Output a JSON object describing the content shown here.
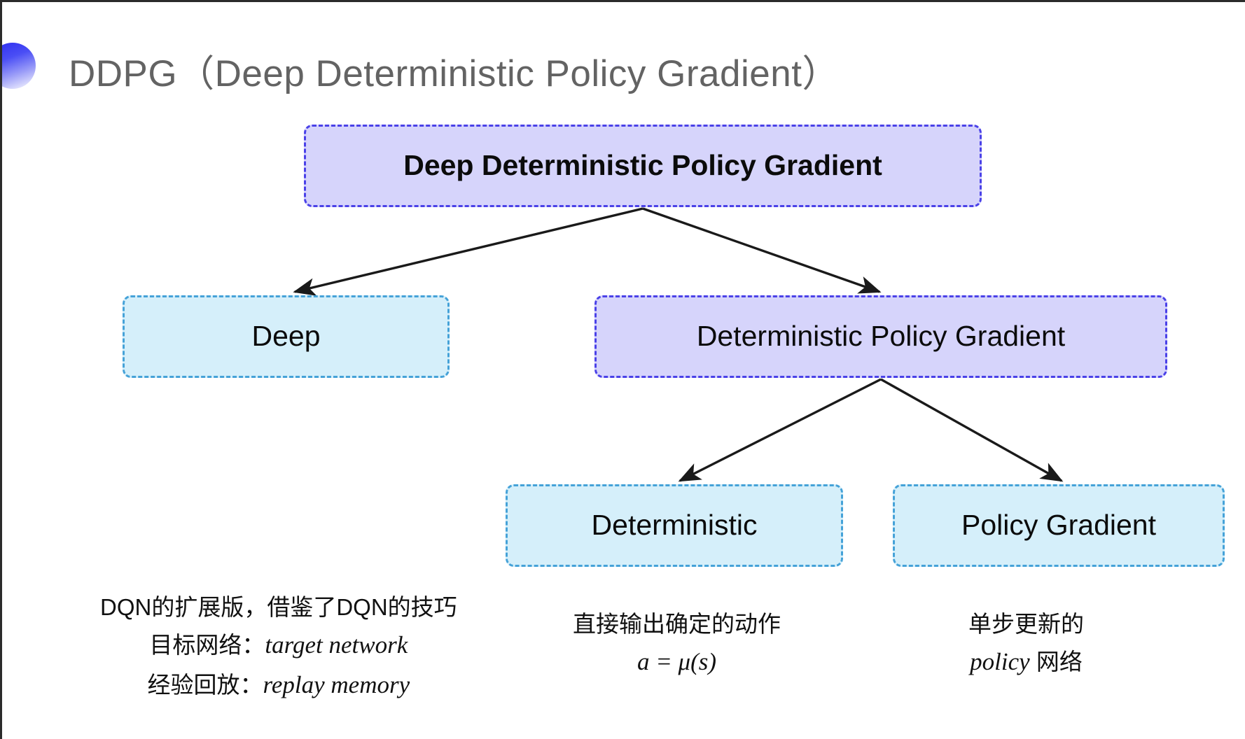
{
  "slide": {
    "title": "DDPG（Deep Deterministic Policy Gradient）",
    "bullet_icon": "gradient-circle-icon",
    "background_color": "#ffffff",
    "title_color": "#636363"
  },
  "palette": {
    "purple_fill": "#d6d4fb",
    "purple_border": "#4a41e8",
    "cyan_fill": "#d5effa",
    "cyan_border": "#45a2d8",
    "arrow_color": "#1a1a1a"
  },
  "diagram": {
    "type": "tree",
    "nodes": [
      {
        "id": "root",
        "label": "Deep Deterministic Policy Gradient",
        "style": "purple",
        "level": 0
      },
      {
        "id": "deep",
        "label": "Deep",
        "style": "cyan",
        "level": 1
      },
      {
        "id": "dpg",
        "label": "Deterministic Policy Gradient",
        "style": "purple",
        "level": 1
      },
      {
        "id": "det",
        "label": "Deterministic",
        "style": "cyan",
        "level": 2
      },
      {
        "id": "pg",
        "label": "Policy Gradient",
        "style": "cyan",
        "level": 2
      }
    ],
    "edges": [
      {
        "from": "root",
        "to": "deep"
      },
      {
        "from": "root",
        "to": "dpg"
      },
      {
        "from": "dpg",
        "to": "det"
      },
      {
        "from": "dpg",
        "to": "pg"
      }
    ]
  },
  "annotations": {
    "deep": {
      "line1": "DQN的扩展版，借鉴了DQN的技巧",
      "line2_label": "目标网络：",
      "line2_term": "target network",
      "line3_label": "经验回放：",
      "line3_term": "replay memory"
    },
    "deterministic": {
      "line1": "直接输出确定的动作",
      "formula": "a = μ(s)"
    },
    "policy_gradient": {
      "line1": "单步更新的",
      "line2_term": "policy",
      "line2_suffix": " 网络"
    }
  }
}
